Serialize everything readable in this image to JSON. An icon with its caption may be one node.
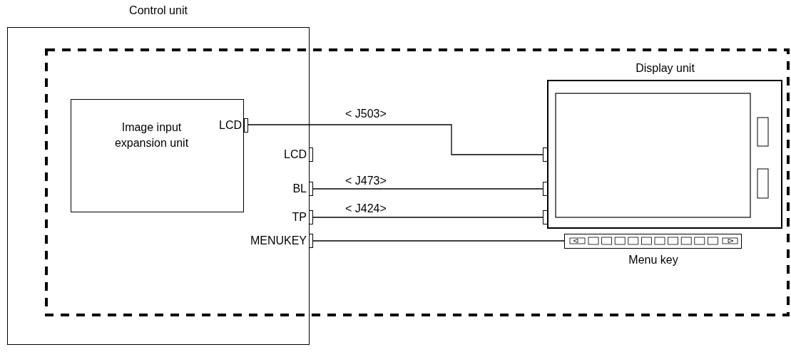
{
  "diagram": {
    "nodes": [
      {
        "text": [
          "Control unit"
        ]
      },
      {
        "text": [
          "Image input expansion unit"
        ],
        "in": 0
      },
      {
        "text": [
          "LCD"
        ],
        "in": 1
      },
      {
        "text": [
          "LCD"
        ],
        "in": 0
      },
      {
        "text": [
          "BL"
        ],
        "in": 0
      },
      {
        "text": [
          "TP"
        ],
        "in": 0
      },
      {
        "text": [
          "MENUKEY"
        ],
        "in": 0
      },
      {
        "text": [
          "Display unit"
        ]
      },
      {
        "text": [],
        "shape": "box"
      },
      {
        "text": [],
        "shape": "box"
      },
      {
        "text": [],
        "shape": "box"
      },
      {
        "text": [
          "Menu key"
        ]
      }
    ],
    "edges": [
      {
        "from": 2,
        "to": 8,
        "arrow": "none",
        "label": "< J503>"
      },
      {
        "from": 4,
        "to": 9,
        "arrow": "none",
        "label": "< J473>"
      },
      {
        "from": 5,
        "to": 10,
        "arrow": "none",
        "label": "< J424>"
      },
      {
        "from": 6,
        "to": 11,
        "arrow": "none"
      }
    ]
  }
}
